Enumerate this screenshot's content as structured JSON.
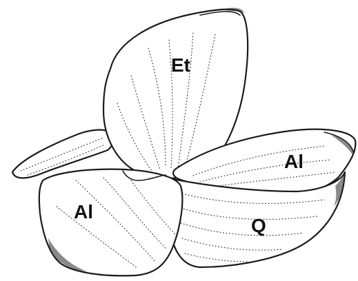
{
  "labels": {
    "et": "Et",
    "al_right": "Al",
    "al_left": "Al",
    "q": "Q"
  }
}
